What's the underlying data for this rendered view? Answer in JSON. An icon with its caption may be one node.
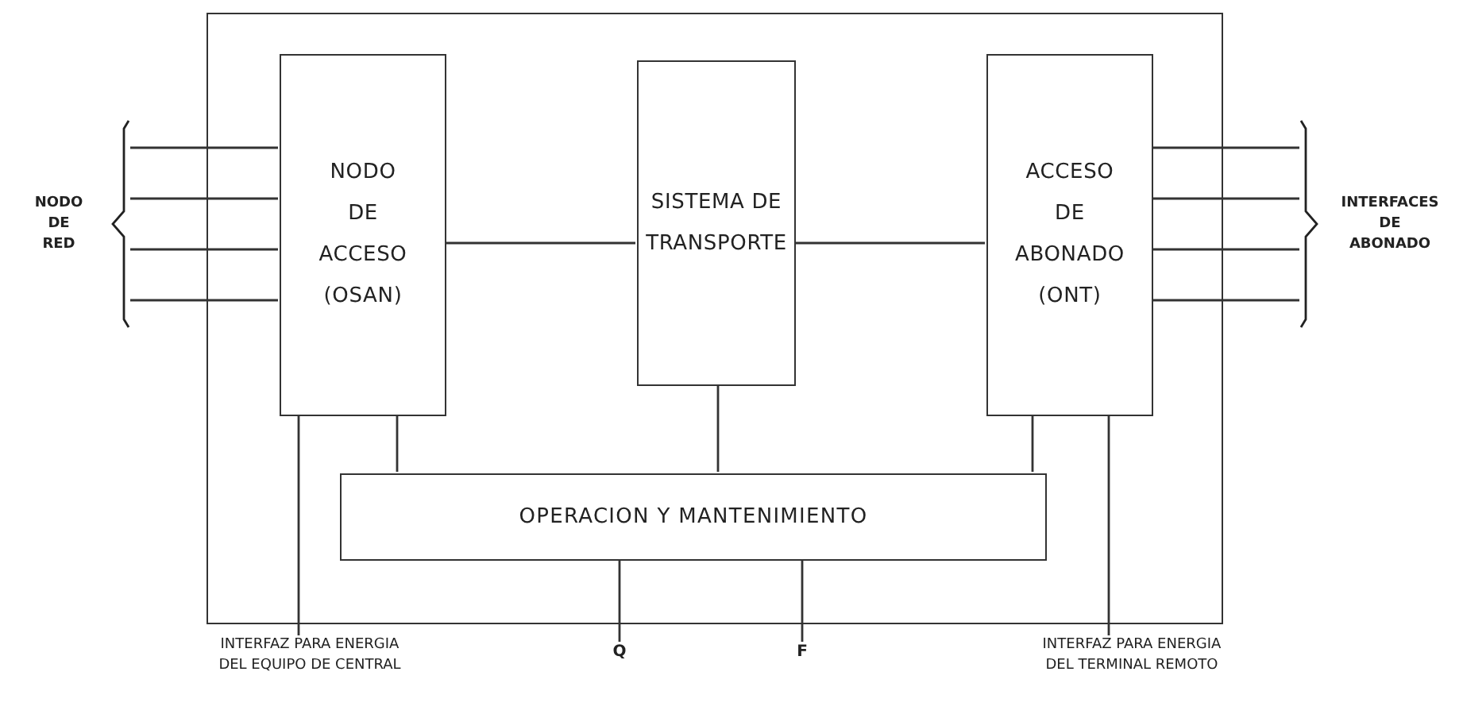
{
  "diagram": {
    "nodes": [
      {
        "text": [],
        "shape": "box"
      },
      {
        "text": [
          "NODO DE ACCESO (OSAN)"
        ],
        "in": 0
      },
      {
        "text": [
          "SISTEMA DE TRANSPORTE"
        ],
        "in": 0
      },
      {
        "text": [
          "ACCESO DE ABONADO (ONT)"
        ],
        "in": 0
      },
      {
        "text": [
          "OPERACION Y MANTENIMIENTO"
        ],
        "in": 0
      },
      {
        "text": [
          "NODO DE RED"
        ]
      },
      {
        "text": [
          "INTERFACES DE ABONADO"
        ]
      },
      {
        "text": [
          "INTERFAZ PARA ENERGIA DEL EQUIPO DE CENTRAL"
        ]
      },
      {
        "text": [
          "Q"
        ]
      },
      {
        "text": [
          "F"
        ]
      },
      {
        "text": [
          "INTERFAZ PARA ENERGIA DEL TERMINAL REMOTO"
        ]
      }
    ],
    "edges": [
      {
        "from": 5,
        "to": 1,
        "arrow": "none"
      },
      {
        "from": 5,
        "to": 1,
        "arrow": "none"
      },
      {
        "from": 5,
        "to": 1,
        "arrow": "none"
      },
      {
        "from": 5,
        "to": 1,
        "arrow": "none"
      },
      {
        "from": 1,
        "to": 2,
        "arrow": "none"
      },
      {
        "from": 2,
        "to": 3,
        "arrow": "none"
      },
      {
        "from": 3,
        "to": 6,
        "arrow": "none"
      },
      {
        "from": 3,
        "to": 6,
        "arrow": "none"
      },
      {
        "from": 3,
        "to": 6,
        "arrow": "none"
      },
      {
        "from": 3,
        "to": 6,
        "arrow": "none"
      },
      {
        "from": 1,
        "to": 4,
        "arrow": "none"
      },
      {
        "from": 2,
        "to": 4,
        "arrow": "none"
      },
      {
        "from": 3,
        "to": 4,
        "arrow": "none"
      },
      {
        "from": 1,
        "to": 7,
        "arrow": "none"
      },
      {
        "from": 4,
        "to": 8,
        "arrow": "none"
      },
      {
        "from": 4,
        "to": 9,
        "arrow": "none"
      },
      {
        "from": 3,
        "to": 10,
        "arrow": "none"
      }
    ]
  }
}
